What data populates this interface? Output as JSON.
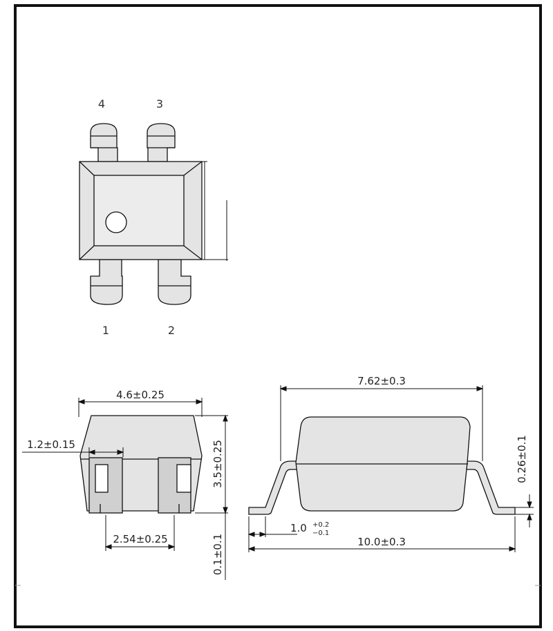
{
  "pins": {
    "p1": "1",
    "p2": "2",
    "p3": "3",
    "p4": "4"
  },
  "dimensions": {
    "body_width": "4.6±0.25",
    "pin_width": "1.2±0.15",
    "pin_pitch": "2.54±0.25",
    "body_height": "3.5±0.25",
    "standoff": "0.1±0.1",
    "row_spacing": "7.62±0.3",
    "lead_thickness": "0.26±0.1",
    "lead_length": "1.0",
    "lead_length_tol_plus": "+0.2",
    "lead_length_tol_minus": "−0.1",
    "overall_length": "10.0±0.3"
  },
  "colors": {
    "outline": "#111111",
    "body_fill": "#e4e4e4",
    "shade": "#bfbfbf"
  }
}
